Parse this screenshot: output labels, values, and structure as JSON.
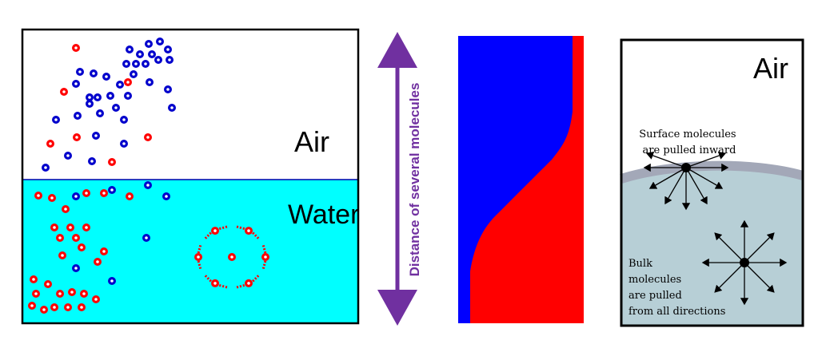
{
  "panel_left": {
    "air_label": "Air",
    "water_label": "Water",
    "colors": {
      "air_bg": "#ffffff",
      "water_bg": "#00ffff",
      "red": "#ff0000",
      "blue": "#0000cc"
    }
  },
  "scale_label": "Distance of several molecules",
  "scale_color": "#7030a0",
  "profile": {
    "colors": {
      "air": "#0000ff",
      "water": "#ff0000"
    }
  },
  "panel_right": {
    "air_label": "Air",
    "surface_text": [
      "Surface molecules",
      "are pulled inward"
    ],
    "bulk_text": [
      "Bulk",
      "molecules",
      "are pulled",
      "from all directions"
    ],
    "colors": {
      "liquid": "#b7cfd6",
      "surface_band": "#a3a8b8"
    }
  }
}
